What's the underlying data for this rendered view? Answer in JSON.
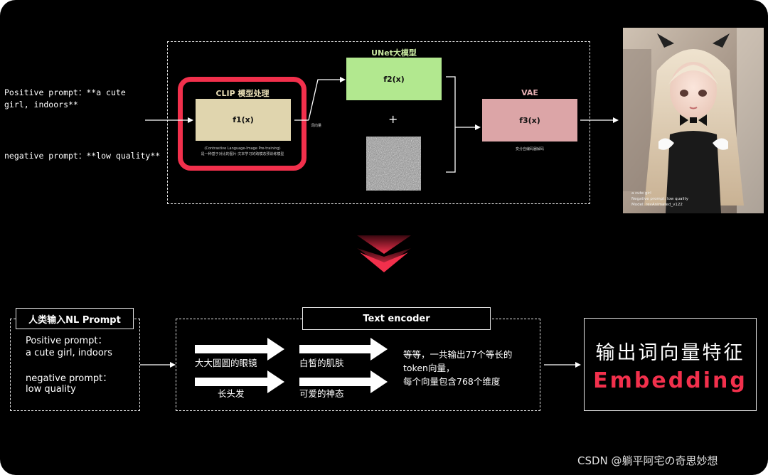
{
  "top": {
    "positive_prompt": "Positive prompt：**a cute girl, indoors**",
    "negative_prompt": "negative prompt：**low quality**",
    "clip_title": "CLIP 模型处理",
    "f1": "f1(x)",
    "clip_desc_en": "(Contrastive Language-Image Pre-training)",
    "clip_desc_cn": "是一种基于对比的图片-文本学习的跨模态预训练模型",
    "word_vector_label": "词向量",
    "unet_title": "UNet大模型",
    "f2": "f2(x)",
    "plus": "+",
    "vae_title": "VAE",
    "f3": "f3(x)",
    "vae_desc": "变分自编码器解码",
    "image_caption": [
      "a cute girl",
      "Negative prompt: low quality",
      "Model: revAnimated_v122"
    ]
  },
  "bottom": {
    "nl_title": "人类输入NL Prompt",
    "positive_line1": "Positive prompt：",
    "positive_line2": "a cute girl, indoors",
    "negative_line1": "negative prompt：",
    "negative_line2": "low quality",
    "encoder_title": "Text encoder",
    "token1": "大大圆圆的眼镜",
    "token2": "长头发",
    "token3": "白皙的肌肤",
    "token4": "可爱的神态",
    "output_line1": "等等，一共输出77个等长的",
    "output_line2": "token向量，",
    "output_line3": "每个向量包含768个维度",
    "embed_title": "输出词向量特征",
    "embed_word": "Embedding"
  },
  "watermark": "CSDN @躺平阿宅の奇思妙想",
  "colors": {
    "clip_box": "#e0d5ae",
    "unet_box": "#b2e88f",
    "vae_box": "#dca5a7",
    "highlight_red": "#f2304c",
    "unet_title": "#c8e8a0",
    "clip_title": "#eadfb6",
    "vae_title": "#e8b0b4"
  }
}
